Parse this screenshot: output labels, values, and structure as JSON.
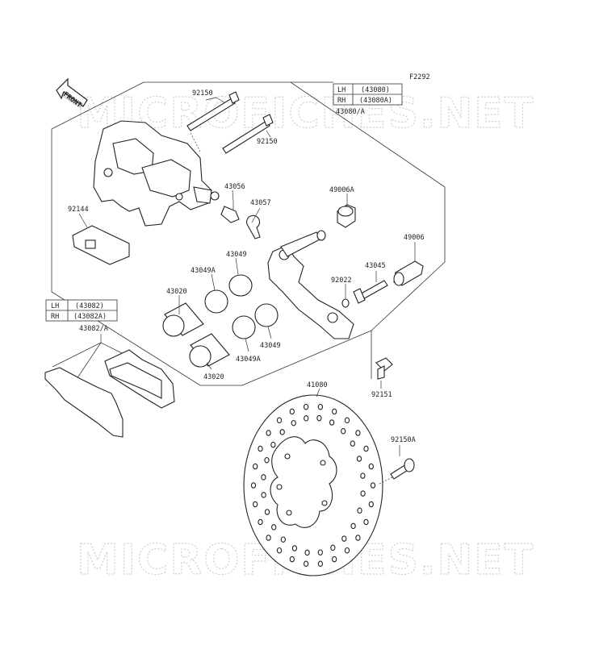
{
  "figure_code": "F2292",
  "front_arrow_label": "FRONT",
  "watermark_text": "MICROFICHES.NET",
  "caliper_table": {
    "rows": [
      {
        "side": "LH",
        "part": "(43080)"
      },
      {
        "side": "RH",
        "part": "(43080A)"
      }
    ],
    "caption": "43080/A"
  },
  "pad_table": {
    "rows": [
      {
        "side": "LH",
        "part": "(43082)"
      },
      {
        "side": "RH",
        "part": "(43082A)"
      }
    ],
    "caption": "43082/A"
  },
  "part_labels": {
    "p92150_top": "92150",
    "p92150_mid": "92150",
    "p43056": "43056",
    "p43057": "43057",
    "p49006a": "49006A",
    "p49006": "49006",
    "p92144": "92144",
    "p43049_top": "43049",
    "p43049a_top": "43049A",
    "p43045": "43045",
    "p92022": "92022",
    "p43020_top": "43020",
    "p43049_bot": "43049",
    "p43049a_bot": "43049A",
    "p43020_bot": "43020",
    "p92151": "92151",
    "p41080": "41080",
    "p92150a": "92150A"
  },
  "colors": {
    "line": "#222222",
    "watermark": "#cfcfcf",
    "background": "#ffffff"
  }
}
